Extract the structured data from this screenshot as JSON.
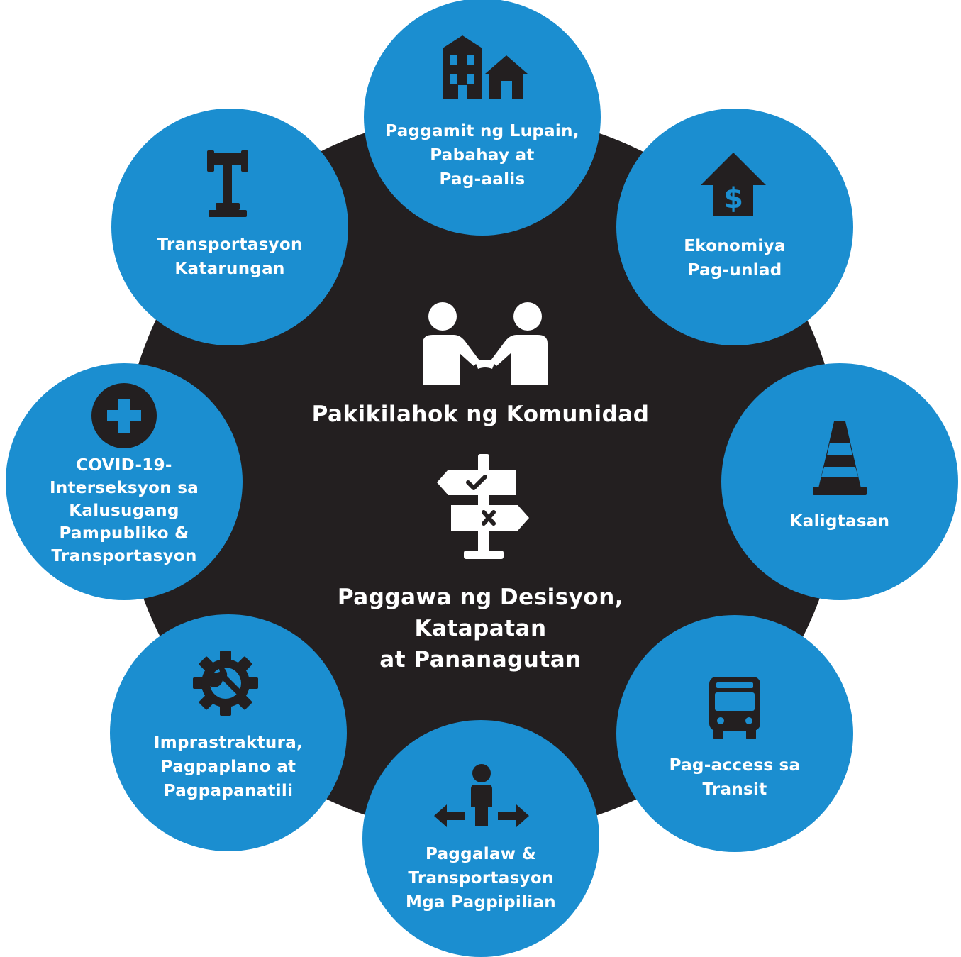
{
  "center": {
    "title": "Pakikilahok ng Komunidad",
    "subtitle": "Paggawa ng Desisyon,\nKatapatan\nat Pananagutan",
    "icon_top": "handshake-people-icon",
    "icon_bottom": "signpost-icon"
  },
  "nodes": [
    {
      "key": "land-use",
      "label": "Paggamit ng Lupain,\nPabahay at\nPag-aalis",
      "icon": "houses-icon"
    },
    {
      "key": "economy",
      "label": "Ekonomiya\nPag-unlad",
      "icon": "house-dollar-icon"
    },
    {
      "key": "safety",
      "label": "Kaligtasan",
      "icon": "traffic-cone-icon"
    },
    {
      "key": "transit-access",
      "label": "Pag-access sa\nTransit",
      "icon": "bus-icon"
    },
    {
      "key": "mobility",
      "label": "Paggalaw &\nTransportasyon\nMga Pagpipilian",
      "icon": "person-arrows-icon"
    },
    {
      "key": "infrastructure",
      "label": "Imprastraktura,\nPagpaplano at\nPagpapanatili",
      "icon": "gear-wrench-icon"
    },
    {
      "key": "covid",
      "label": "COVID-19-\nInterseksyon sa\nKalusugang\nPampubliko &\nTransportasyon",
      "icon": "medical-cross-icon"
    },
    {
      "key": "justice",
      "label": "Transportasyon\nKatarungan",
      "icon": "gavel-icon"
    }
  ],
  "colors": {
    "hub": "#231f20",
    "node": "#1b8ed0",
    "text": "#ffffff",
    "icon": "#231f20"
  }
}
